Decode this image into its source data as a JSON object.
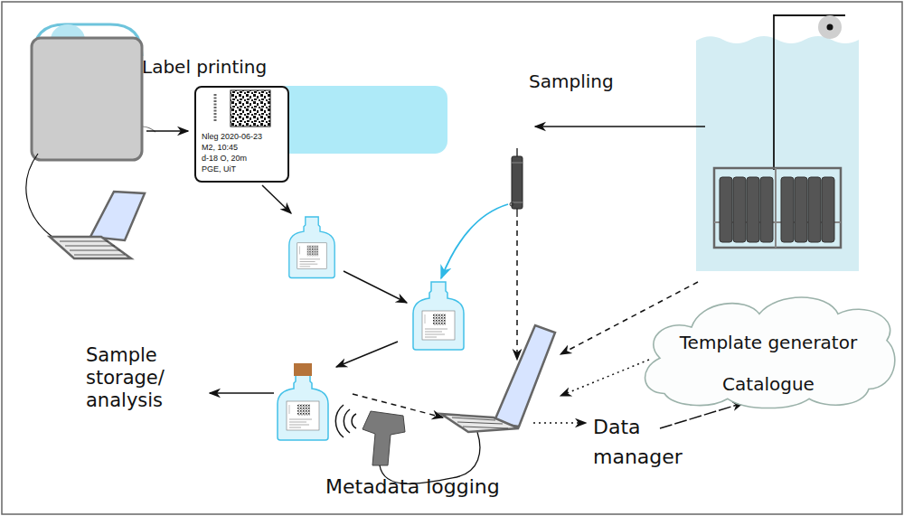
{
  "diagram": {
    "nodes": [
      {
        "text": [
          "Nleg 2020-06-23",
          "M2, 10:45",
          "d-18 O, 20m",
          "PGE, UiT"
        ]
      },
      {
        "text": [
          "Template generator",
          "Catalogue"
        ]
      }
    ],
    "labels": [
      "Label printing",
      "Sampling",
      "Sample storage/ analysis",
      "Metadata logging",
      "Data manager"
    ]
  }
}
